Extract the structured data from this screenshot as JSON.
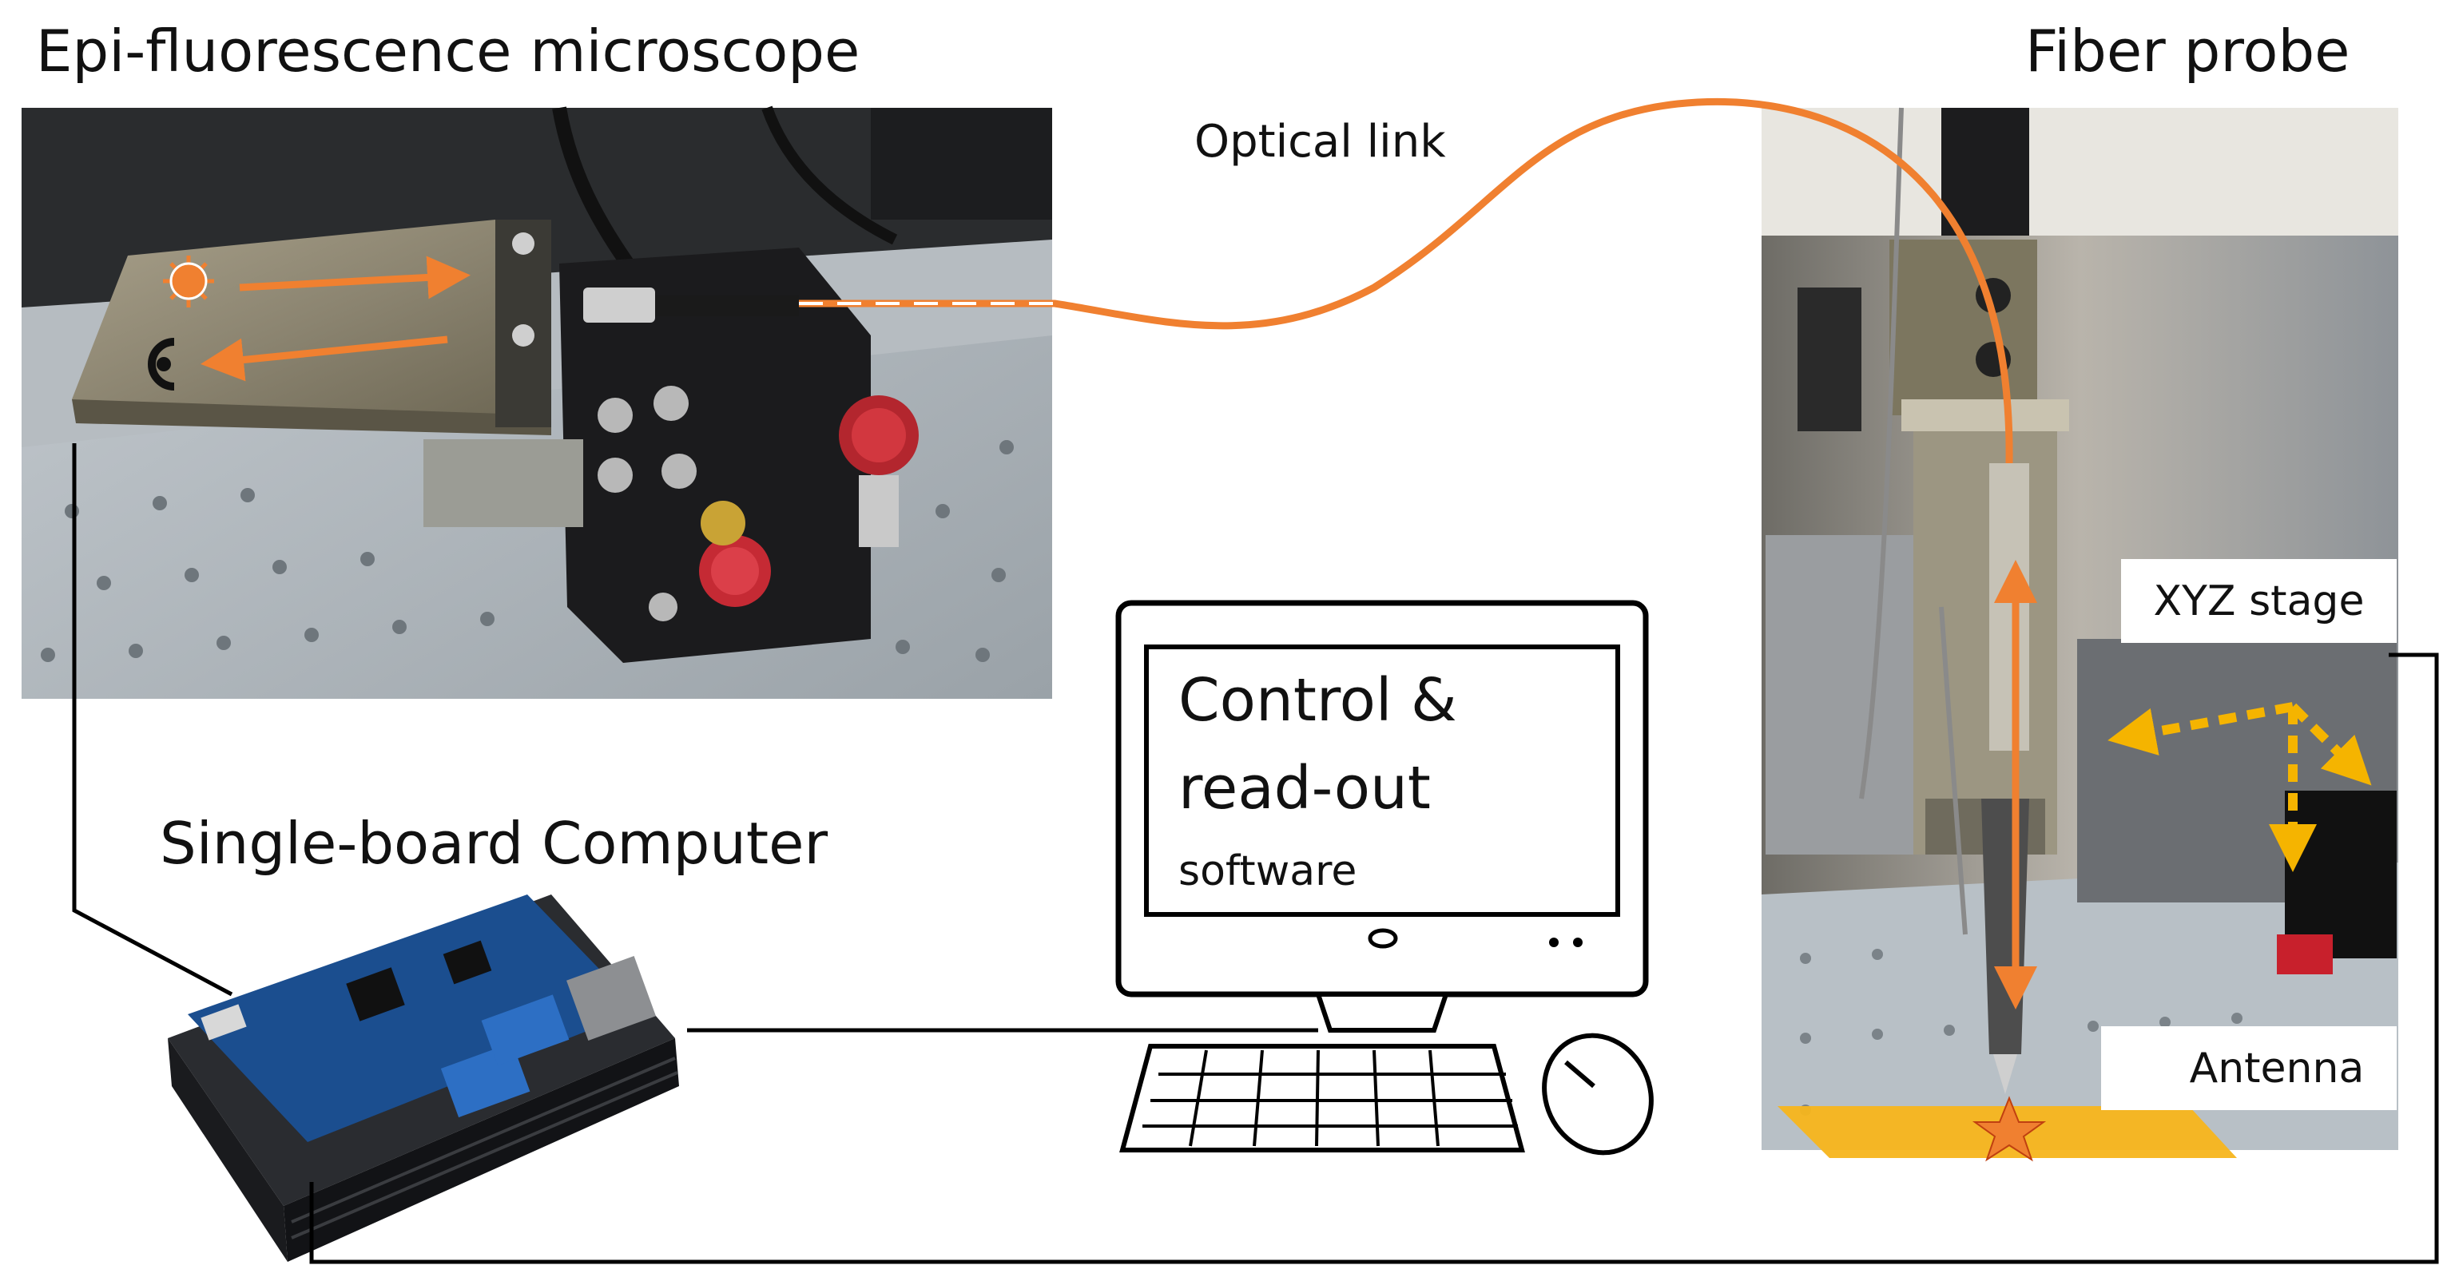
{
  "labels": {
    "microscope": "Epi-fluorescence microscope",
    "fiber_probe": "Fiber probe",
    "optical_link": "Optical link",
    "sbc": "Single-board Computer",
    "xyz_stage": "XYZ stage",
    "antenna": "Antenna",
    "software_line1": "Control &",
    "software_line2": "read-out",
    "software_line3": "software"
  },
  "icons": {
    "light_source": "sun-icon",
    "detector": "detector-icon",
    "sample": "star-icon"
  },
  "colors": {
    "accent": "#f08030",
    "stage_arrow": "#f5b400",
    "antenna": "#f7b51c",
    "line": "#000000"
  }
}
